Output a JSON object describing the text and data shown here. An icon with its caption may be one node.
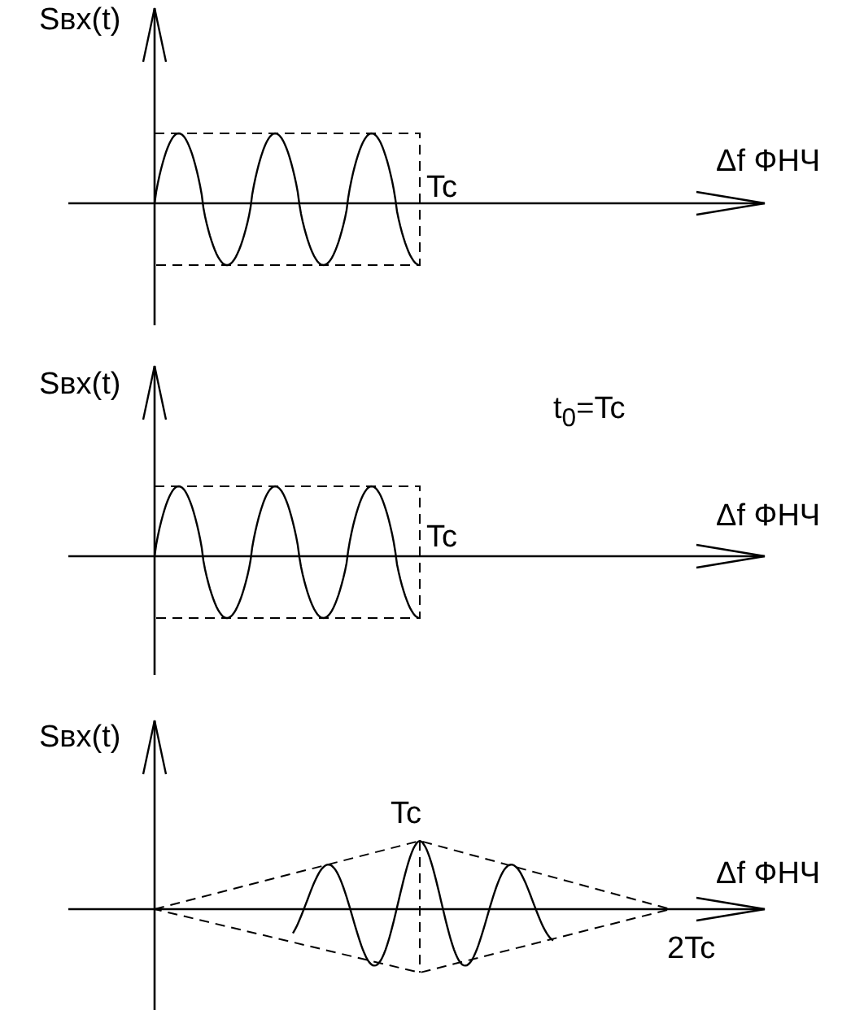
{
  "diagram": {
    "labels": [
      "Sвх(t)",
      "Δf ФНЧ",
      "Tc",
      "Sвх(t)",
      "t$_{0}$=Tc",
      "Δf ФНЧ",
      "Tc",
      "Sвх(t)",
      "Tc",
      "Δf ФНЧ",
      "2Tc"
    ]
  }
}
